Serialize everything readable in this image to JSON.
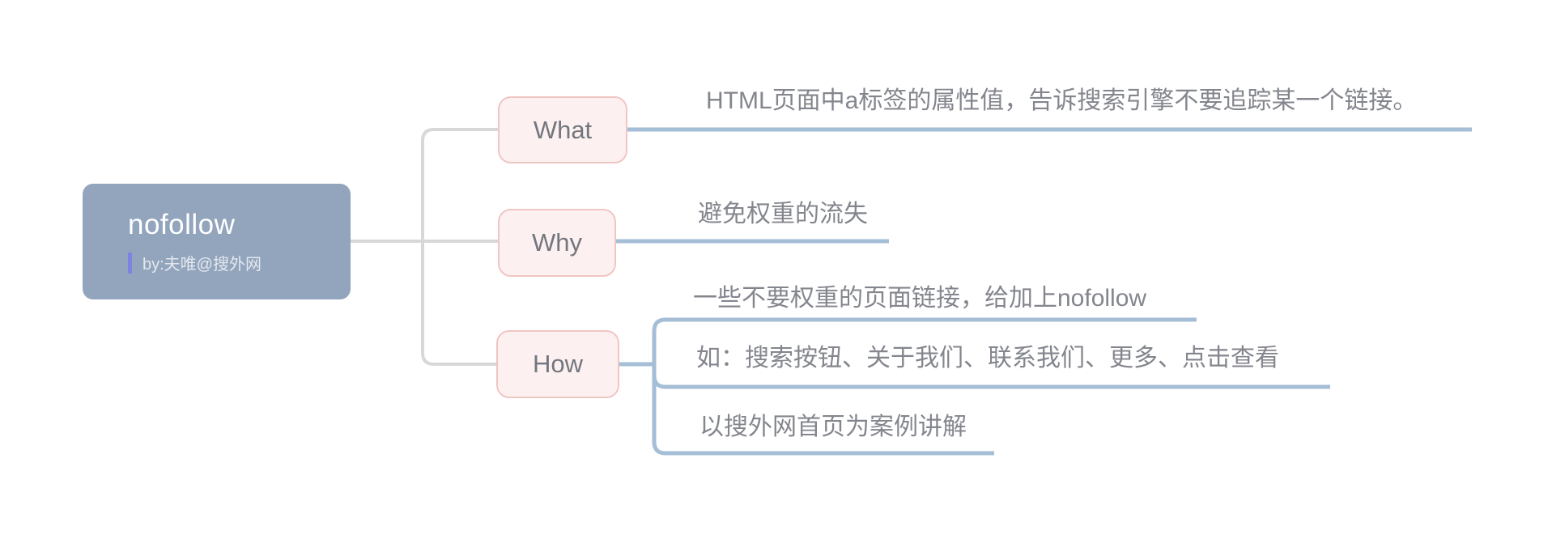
{
  "root": {
    "title": "nofollow",
    "byline": "by:夫唯@搜外网"
  },
  "topics": [
    {
      "label": "What",
      "children": [
        "HTML页面中a标签的属性值，告诉搜索引擎不要追踪某一个链接。"
      ]
    },
    {
      "label": "Why",
      "children": [
        "避免权重的流失"
      ]
    },
    {
      "label": "How",
      "children": [
        "一些不要权重的页面链接，给加上nofollow",
        "如：搜索按钮、关于我们、联系我们、更多、点击查看",
        "以搜外网首页为案例讲解"
      ]
    }
  ],
  "colors": {
    "root_fill": "#92a5bd",
    "topic_fill": "#fcf1f0",
    "topic_border": "#f0c6c4",
    "branch_line": "#a4bed6",
    "tree_line": "#d8d8da",
    "byline_bar": "#7e82e2",
    "branch_text": "#84868e",
    "topic_text": "#73767f"
  }
}
